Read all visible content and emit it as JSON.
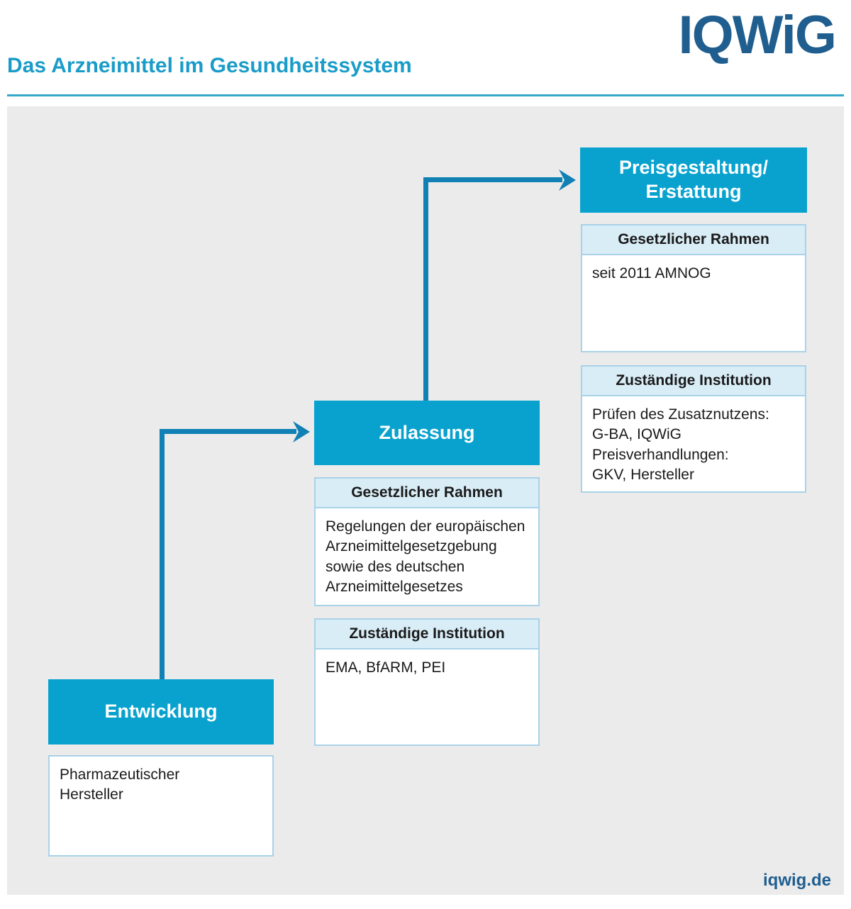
{
  "header": {
    "title": "Das Arzneimittel im Gesundheitssystem",
    "logo_text": "IQWiG"
  },
  "footer": {
    "site": "iqwig.de"
  },
  "colors": {
    "stage_teal": "#09A2CE",
    "arrow_blue": "#1080B5",
    "title_teal": "#1A9CC8",
    "logo_blue": "#1F5E8F",
    "panel_gray": "#EBEBEB",
    "info_header_bg": "#D9EDF7",
    "info_border": "#A9D2E8",
    "text_dark": "#1A1A1A"
  },
  "diagram": {
    "stages": [
      {
        "label": "Entwicklung",
        "boxes": [
          {
            "header": "",
            "content": "Pharmazeutischer\nHersteller"
          }
        ]
      },
      {
        "label": "Zulassung",
        "boxes": [
          {
            "header": "Gesetzlicher Rahmen",
            "content": "Regelungen der europäischen\nArzneimittelgesetzgebung\nsowie des deutschen\nArzneimittelgesetzes"
          },
          {
            "header": "Zuständige Institution",
            "content": "EMA, BfARM, PEI"
          }
        ]
      },
      {
        "label": "Preisgestaltung/\nErstattung",
        "boxes": [
          {
            "header": "Gesetzlicher Rahmen",
            "content": "seit 2011 AMNOG"
          },
          {
            "header": "Zuständige Institution",
            "content": "Prüfen des Zusatznutzens:\nG-BA, IQWiG\nPreisverhandlungen:\nGKV, Hersteller"
          }
        ]
      }
    ]
  }
}
